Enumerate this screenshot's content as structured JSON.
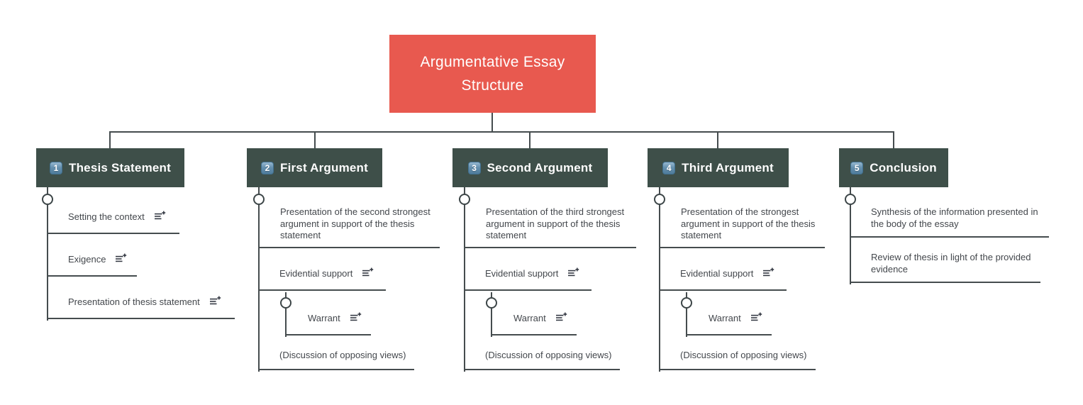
{
  "title": "Argumentative Essay Structure",
  "colors": {
    "root_bg": "#e8594f",
    "branch_bg": "#3e4f49",
    "line": "#454c4e",
    "text": "#43474c",
    "badge_blue": "#6590ae"
  },
  "branches": [
    {
      "badge": "1",
      "title": "Thesis Statement",
      "children": [
        {
          "label": "Setting the context",
          "note_icon": true
        },
        {
          "label": "Exigence",
          "note_icon": true
        },
        {
          "label": "Presentation of thesis statement",
          "note_icon": true
        }
      ]
    },
    {
      "badge": "2",
      "title": "First Argument",
      "children": [
        {
          "label": "Presentation of the second strongest argument in support of the thesis statement",
          "note_icon": false
        },
        {
          "label": "Evidential support",
          "note_icon": true,
          "children": [
            {
              "label": "Warrant",
              "note_icon": true
            }
          ]
        },
        {
          "label": "(Discussion of opposing views)",
          "note_icon": false
        }
      ]
    },
    {
      "badge": "3",
      "title": "Second Argument",
      "children": [
        {
          "label": "Presentation of the third strongest argument in support of the thesis statement",
          "note_icon": false
        },
        {
          "label": "Evidential support",
          "note_icon": true,
          "children": [
            {
              "label": "Warrant",
              "note_icon": true
            }
          ]
        },
        {
          "label": "(Discussion of opposing views)",
          "note_icon": false
        }
      ]
    },
    {
      "badge": "4",
      "title": "Third Argument",
      "children": [
        {
          "label": "Presentation of the strongest argument in support of the thesis statement",
          "note_icon": false
        },
        {
          "label": "Evidential support",
          "note_icon": true,
          "children": [
            {
              "label": "Warrant",
              "note_icon": true
            }
          ]
        },
        {
          "label": "(Discussion of opposing views)",
          "note_icon": false
        }
      ]
    },
    {
      "badge": "5",
      "title": "Conclusion",
      "children": [
        {
          "label": "Synthesis of the information presented in the body of the essay",
          "note_icon": false
        },
        {
          "label": "Review of thesis in light of the provided evidence",
          "note_icon": false
        }
      ]
    }
  ]
}
